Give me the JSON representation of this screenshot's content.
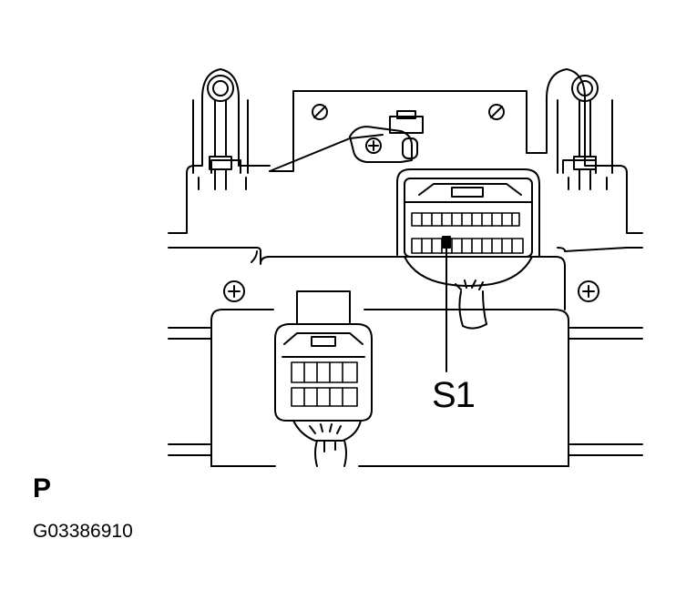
{
  "diagram": {
    "callout_label": "S1",
    "view_label": "P",
    "figure_code": "G03386910",
    "ink_color": "#000000",
    "paper_color": "#ffffff"
  }
}
